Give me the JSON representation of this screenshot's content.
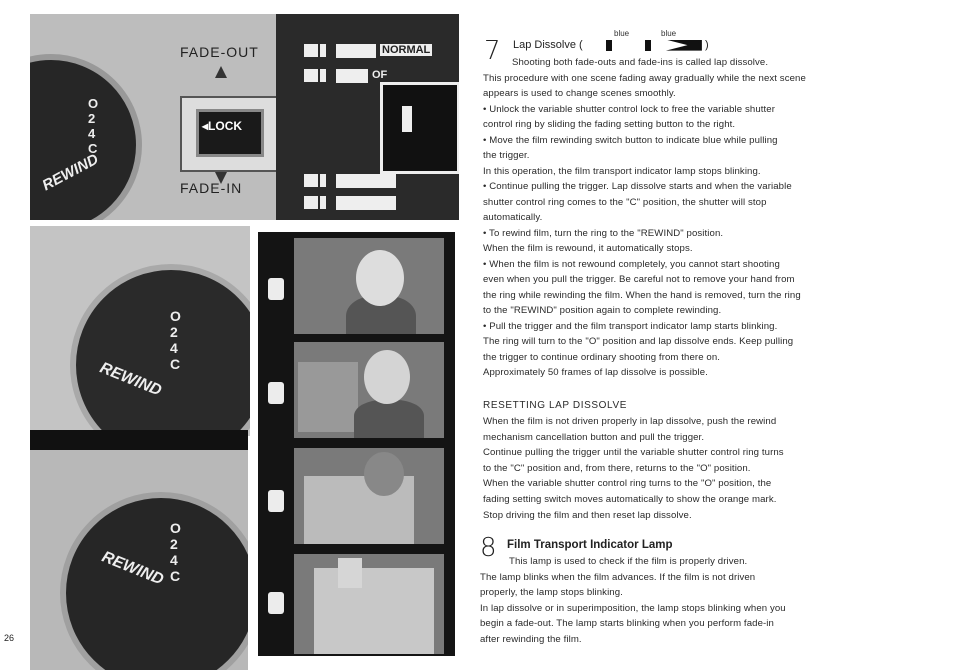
{
  "page": {
    "number": "26"
  },
  "figure": {
    "fade_out_label": "FADE-OUT",
    "fade_in_label": "FADE-IN",
    "lock_label": "◂LOCK",
    "normal_label": "NORMAL",
    "of_label": "OF",
    "rewind_label": "REWIND",
    "dial_marks": [
      "O",
      "2",
      "4",
      "C"
    ]
  },
  "section7": {
    "number": "7",
    "title_prefix": "Lap Dissolve (",
    "title_suffix": ")",
    "icon_labels": [
      "blue",
      "blue"
    ],
    "lines": [
      "Shooting both fade-outs and fade-ins is called lap dissolve.",
      "This procedure with one scene fading away gradually while the next scene",
      "appears is used to change scenes smoothly.",
      "• Unlock the variable shutter control lock to free the variable shutter",
      "control ring by sliding the fading setting button to the right.",
      "• Move the film rewinding switch button to indicate blue while pulling",
      "the trigger.",
      "In this operation, the film transport indicator lamp stops blinking.",
      "• Continue pulling the trigger. Lap dissolve starts and when the variable",
      "shutter control ring comes to the \"C\" position, the shutter will stop",
      "automatically.",
      "• To rewind film, turn the ring to the \"REWIND\" position.",
      "When the film is rewound, it automatically stops.",
      "• When the film is not rewound completely, you cannot start shooting",
      "even when you pull the trigger. Be careful not to remove your hand from",
      "the ring while rewinding the film. When the hand is removed, turn the ring",
      "to the \"REWIND\" position again to complete rewinding.",
      "• Pull the trigger and the film transport indicator lamp starts blinking.",
      "The ring will turn to the \"O\" position and lap dissolve ends. Keep pulling",
      "the trigger to continue ordinary shooting from there on.",
      "Approximately 50 frames of lap dissolve is possible."
    ]
  },
  "resetting": {
    "title": "RESETTING LAP DISSOLVE",
    "lines": [
      "When the film is not driven properly in lap dissolve, push the rewind",
      "mechanism cancellation button and pull the trigger.",
      "Continue pulling the trigger until the variable shutter control ring turns",
      "to the \"C\" position and, from there, returns to the \"O\" position.",
      "When the variable shutter control ring turns to the \"O\" position, the",
      "fading setting switch moves automatically to show the orange mark.",
      "Stop driving the film and then reset lap dissolve."
    ]
  },
  "section8": {
    "number": "8",
    "title": "Film Transport Indicator Lamp",
    "lines": [
      "This lamp is used to check if the film is properly driven.",
      "The lamp blinks when the film advances. If the film is not driven",
      "properly, the lamp stops blinking.",
      "In lap dissolve or in superimposition, the lamp stops blinking when you",
      "begin a fade-out. The lamp starts blinking when you perform fade-in",
      "after rewinding the film."
    ]
  }
}
